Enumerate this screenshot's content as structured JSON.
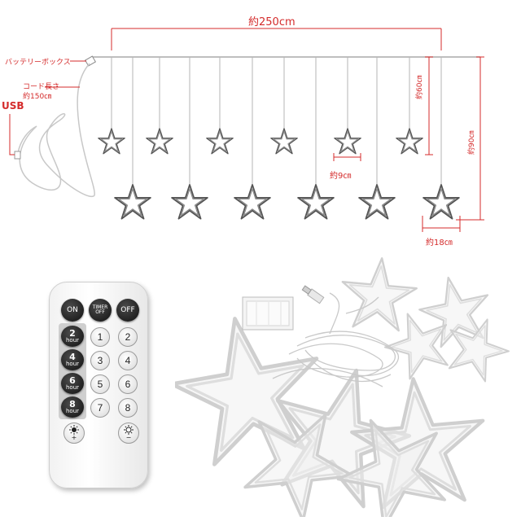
{
  "diagram": {
    "width_label": "約250cm",
    "battery_box_label": "バッテリーボックス",
    "cord_length_label": "コード長さ",
    "cord_length_value": "約150㎝",
    "usb_label": "USB",
    "drop_short_label": "約60㎝",
    "drop_long_label": "約90㎝",
    "star_small_label": "約9㎝",
    "star_large_label": "約18㎝"
  },
  "remote": {
    "on_label": "ON",
    "timer_label": "TIMER",
    "timer_off_label": "OFF",
    "off_label": "OFF",
    "timer_buttons": [
      {
        "num": "2",
        "unit": "hour"
      },
      {
        "num": "4",
        "unit": "hour"
      },
      {
        "num": "6",
        "unit": "hour"
      },
      {
        "num": "8",
        "unit": "hour"
      }
    ],
    "mode_buttons": [
      "1",
      "2",
      "3",
      "4",
      "5",
      "6",
      "7",
      "8"
    ],
    "bright_plus": "+",
    "bright_minus": "−"
  },
  "colors": {
    "annotation_red": "#d42b2b",
    "wire": "#b5b5b5",
    "star_outline": "#555555"
  },
  "icons": [
    "star-icon",
    "sun-icon",
    "usb-plug-icon",
    "battery-box-icon"
  ]
}
